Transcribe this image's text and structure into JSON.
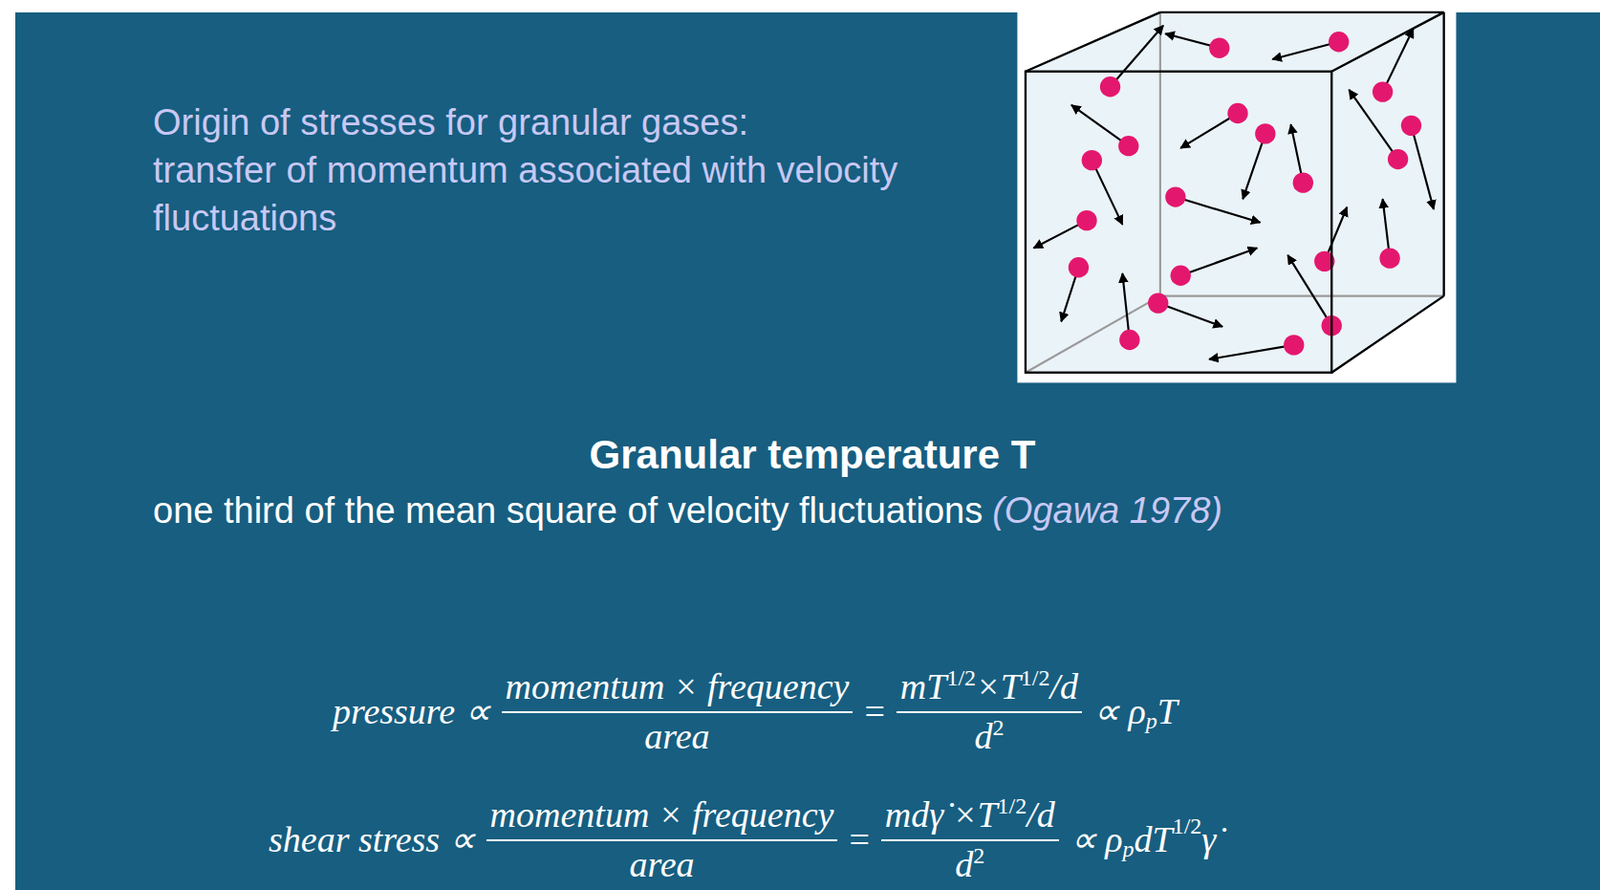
{
  "diagram": {
    "labels": [
      "Origin of stresses for granular gases:",
      "transfer of momentum associated with velocity fluctuations",
      "Granular temperature T",
      "one third of the mean square of velocity fluctuations",
      "(Ogawa 1978)",
      "pressure ∝",
      "momentum × frequency",
      "area",
      "=",
      "mT",
      "1/2",
      "×T",
      "1/2",
      "/d",
      "d",
      "2",
      "∝ ρ",
      "p",
      "T",
      "shear stress ∝",
      "momentum × frequency",
      "area",
      "=",
      "mdγ̇ ×T",
      "1/2",
      "/d",
      "d",
      "2",
      "∝ ρ",
      "p",
      "dT",
      "1/2",
      "γ̇"
    ]
  }
}
